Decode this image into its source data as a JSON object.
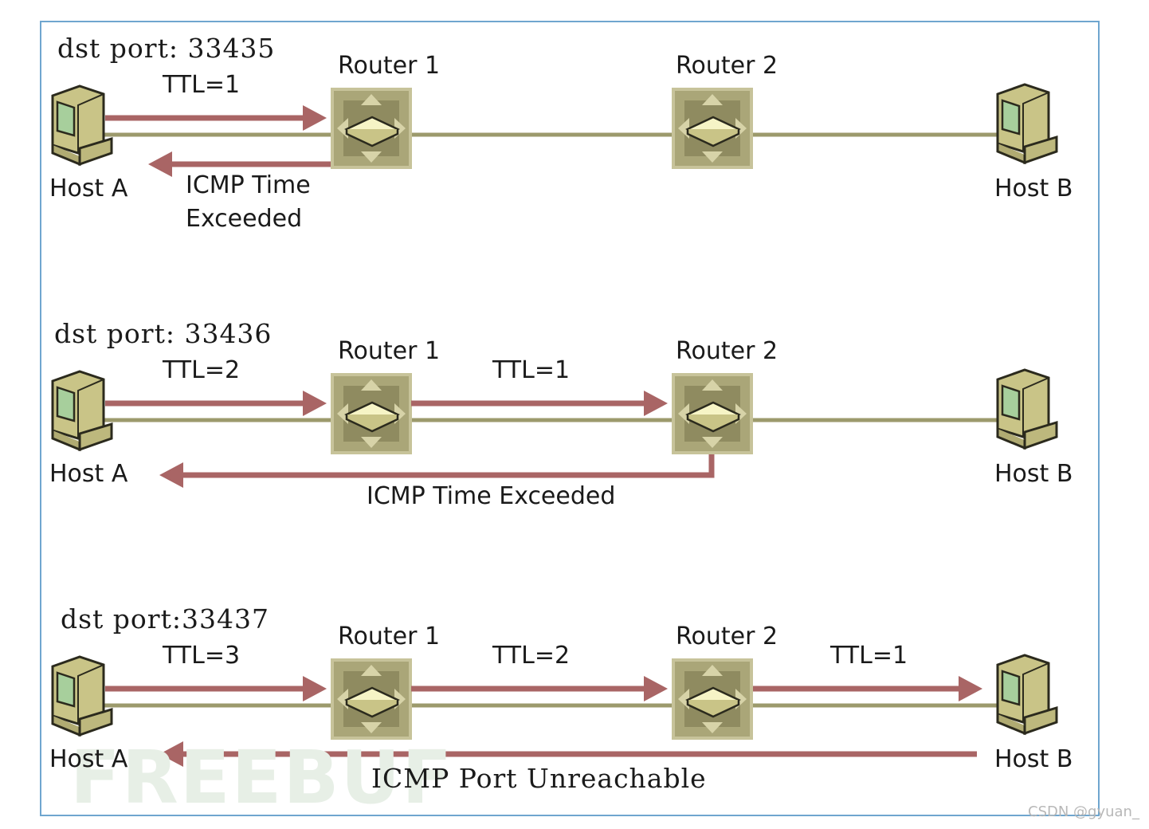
{
  "watermark": "FREEBUF",
  "credit": "CSDN @gyuan_",
  "colors": {
    "frame": "#6fa6cf",
    "link": "#9c9a6c",
    "arrow": "#a96565",
    "router_fill": "#aaa678",
    "host_body": "#c9c487",
    "host_screen": "#a7cf9c"
  },
  "icons": {
    "host": "computer-icon",
    "router": "router-icon"
  },
  "scenarios": [
    {
      "dst_port": "dst port: 33435",
      "router1": "Router 1",
      "router2": "Router 2",
      "host_a": "Host A",
      "host_b": "Host B",
      "ttl_hops": [
        "TTL=1"
      ],
      "reply": [
        "ICMP Time",
        "Exceeded"
      ]
    },
    {
      "dst_port": "dst port: 33436",
      "router1": "Router 1",
      "router2": "Router 2",
      "host_a": "Host A",
      "host_b": "Host B",
      "ttl_hops": [
        "TTL=2",
        "TTL=1"
      ],
      "reply": "ICMP Time Exceeded"
    },
    {
      "dst_port": "dst port:33437",
      "router1": "Router 1",
      "router2": "Router 2",
      "host_a": "Host A",
      "host_b": "Host B",
      "ttl_hops": [
        "TTL=3",
        "TTL=2",
        "TTL=1"
      ],
      "reply": "ICMP Port Unreachable"
    }
  ]
}
